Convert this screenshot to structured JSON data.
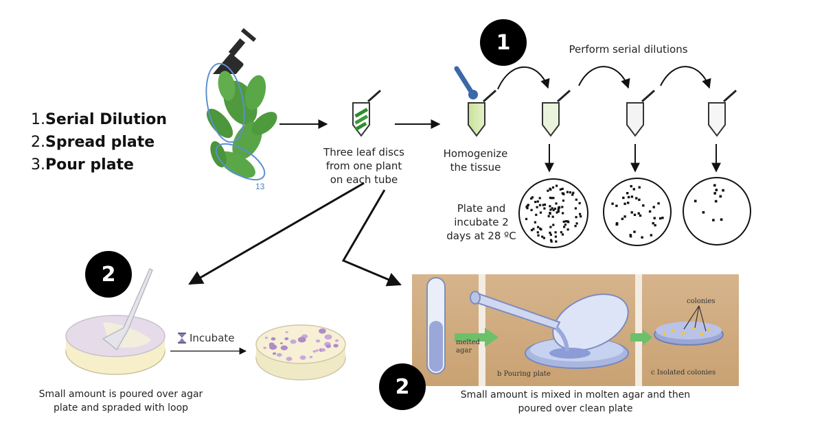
{
  "methods": [
    {
      "num": "1.",
      "label": "Serial Dilution"
    },
    {
      "num": "2.",
      "label": "Spread plate"
    },
    {
      "num": "3.",
      "label": "Pour plate"
    }
  ],
  "badges": {
    "serial": "1",
    "spread": "2",
    "pour": "2"
  },
  "plant_label": "13",
  "captions": {
    "leaf_discs": [
      "Three leaf discs",
      "from one plant",
      "on each tube"
    ],
    "homogenize": [
      "Homogenize",
      "the tissue"
    ],
    "serial_title": "Perform serial dilutions",
    "plate_incubate": [
      "Plate and",
      "incubate 2",
      "days at 28 ºC"
    ],
    "incubate": "Incubate",
    "spread_desc": [
      "Small amount is poured over agar",
      "plate and spraded with loop"
    ],
    "pour_desc": [
      "Small amount is mixed in molten agar and then",
      "poured over clean plate"
    ]
  },
  "pour_panel": {
    "melted_agar": [
      "melted",
      "agar"
    ],
    "pouring": "b  Pouring plate",
    "colonies_label": "colonies",
    "isolated": "c  Isolated colonies"
  },
  "icons": {
    "hourglass": "hourglass-icon"
  }
}
